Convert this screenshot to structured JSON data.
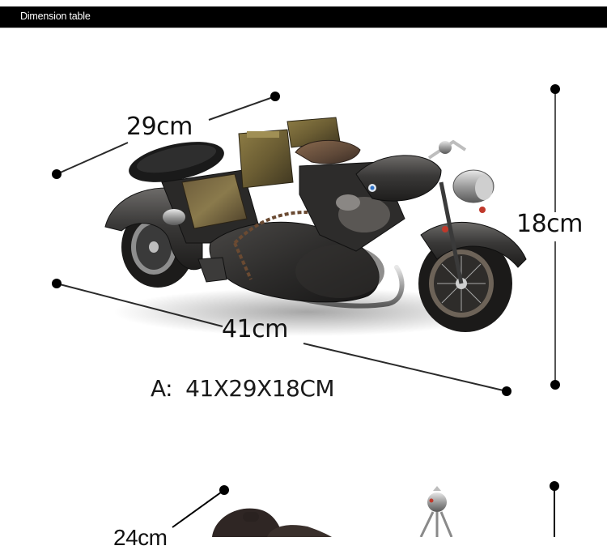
{
  "header": {
    "title": "Dimension table",
    "background": "#000000",
    "text_color": "#ffffff"
  },
  "product_a": {
    "image": "vintage-motorcycle-with-sidecar-model",
    "dimensions": {
      "width_label": "29cm",
      "length_label": "41cm",
      "height_label": "18cm"
    },
    "spec_prefix": "A:",
    "spec_value": "41X29X18CM"
  },
  "product_b": {
    "image": "second-model-partially-visible",
    "dimensions": {
      "width_label": "24cm"
    }
  },
  "colors": {
    "line": "#2a2a2a",
    "dot": "#000000",
    "text": "#111111"
  }
}
